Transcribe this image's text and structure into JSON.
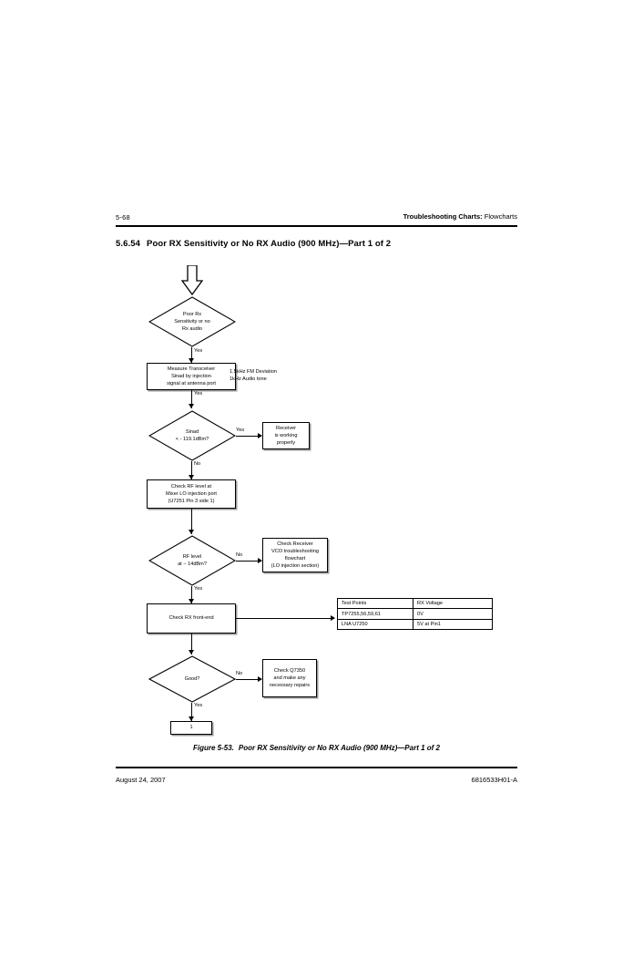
{
  "header": {
    "page_number": "5-68",
    "running_head_bold": "Troubleshooting Charts:",
    "running_head_rest": " Flowcharts"
  },
  "section": {
    "number": "5.6.54",
    "title": "Poor RX Sensitivity or No RX Audio (900 MHz)—Part 1 of 2"
  },
  "figure": {
    "caption_label": "Figure 5-53.",
    "caption_text": "Poor RX Sensitivity or No RX Audio (900 MHz)—Part 1 of 2"
  },
  "footer": {
    "date": "August 24, 2007",
    "doc_number": "6816533H01-A"
  },
  "flowchart": {
    "start_arrow_name": "start-arrow",
    "nodes": {
      "start_decision": "Poor Rx\nSensitivity or no\nRx audio",
      "measure_box": "Measure Transceiver\nSinad by injection\nsignal at antenna port",
      "sinad_decision": "Sinad\n< - 119.1dBm?",
      "receiver_ok": "Receiver\nis working\nproperly",
      "check_rf_box": "Check RF level at\nMixer LO injection port\n(U7251 Pin 3 side 1)",
      "rf_decision": "RF level\nat − 14dBm?",
      "check_vco": "Check Receiver\nVCO troubleshooting\nflowchart\n(LO injection section)",
      "check_front_end": "Check RX front-end",
      "good_decision": "Good?",
      "check_q7350": "Check Q7350\nand make any\nnecessary repairs",
      "connector_one": "1"
    },
    "edge_labels": {
      "start_yes": "Yes",
      "measure_yes": "Yes",
      "sinad_yes": "Yes",
      "sinad_no": "No",
      "rf_no": "No",
      "rf_yes": "Yes",
      "good_no": "No",
      "good_yes": "Yes"
    },
    "side_note": "1.5kHz FM Deviation\n 1kHz Audio tone"
  },
  "test_point_table": {
    "headers": [
      "Test Points",
      "RX Voltage"
    ],
    "rows": [
      [
        "TP7255,56,59,61",
        "0V"
      ],
      [
        "LNA U7250",
        "5V at Pin1"
      ]
    ]
  }
}
